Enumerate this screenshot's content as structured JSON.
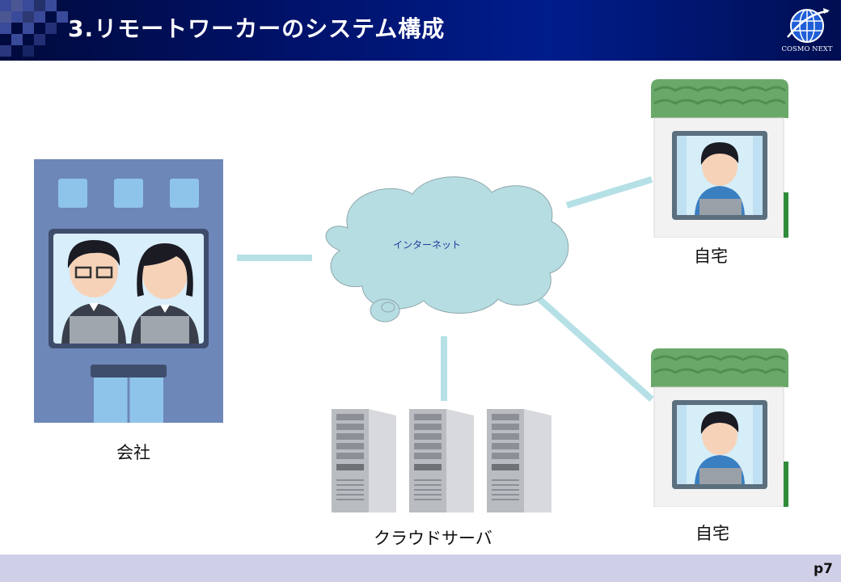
{
  "header": {
    "title": "3.リモートワーカーのシステム構成"
  },
  "logo": {
    "brand": "COSMO NEXT"
  },
  "nodes": {
    "office": "会社",
    "internet": "インターネット",
    "cloud_server": "クラウドサーバ",
    "home_top": "自宅",
    "home_bottom": "自宅"
  },
  "footer": {
    "page": "p7"
  }
}
